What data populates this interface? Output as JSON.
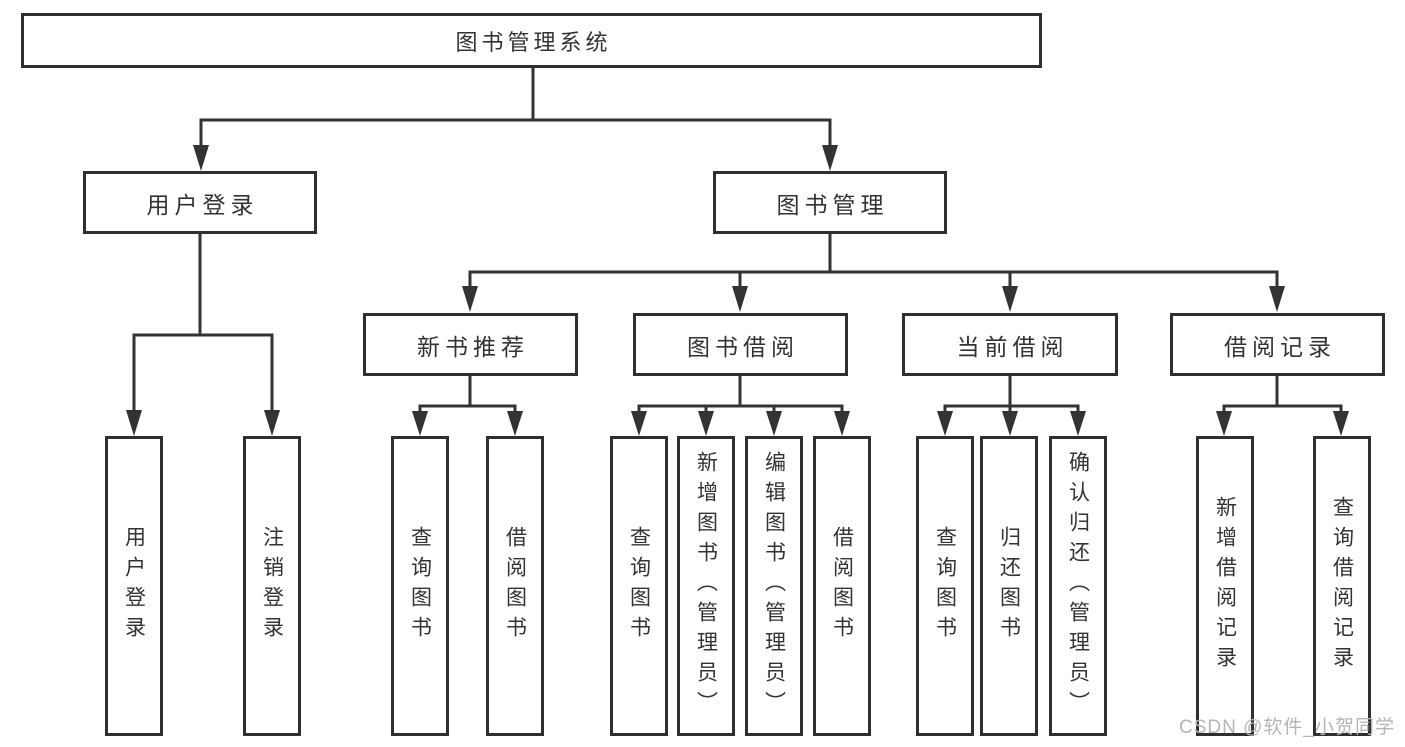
{
  "diagram": {
    "title": "图书管理系统",
    "watermark": "CSDN @软件_小贺同学",
    "colors": {
      "line": "#333333",
      "box_border": "#2f2f2f",
      "text": "#333333",
      "background": "#ffffff",
      "watermark": "#b5b5b5"
    },
    "tree": {
      "label": "图书管理系统",
      "children": [
        {
          "label": "用户登录",
          "children": [
            {
              "label": "用户登录"
            },
            {
              "label": "注销登录"
            }
          ]
        },
        {
          "label": "图书管理",
          "children": [
            {
              "label": "新书推荐",
              "children": [
                {
                  "label": "查询图书"
                },
                {
                  "label": "借阅图书"
                }
              ]
            },
            {
              "label": "图书借阅",
              "children": [
                {
                  "label": "查询图书"
                },
                {
                  "label": "新增图书（管理员）"
                },
                {
                  "label": "编辑图书（管理员）"
                },
                {
                  "label": "借阅图书"
                }
              ]
            },
            {
              "label": "当前借阅",
              "children": [
                {
                  "label": "查询图书"
                },
                {
                  "label": "归还图书"
                },
                {
                  "label": "确认归还（管理员）"
                }
              ]
            },
            {
              "label": "借阅记录",
              "children": [
                {
                  "label": "新增借阅记录"
                },
                {
                  "label": "查询借阅记录"
                }
              ]
            }
          ]
        }
      ]
    }
  }
}
